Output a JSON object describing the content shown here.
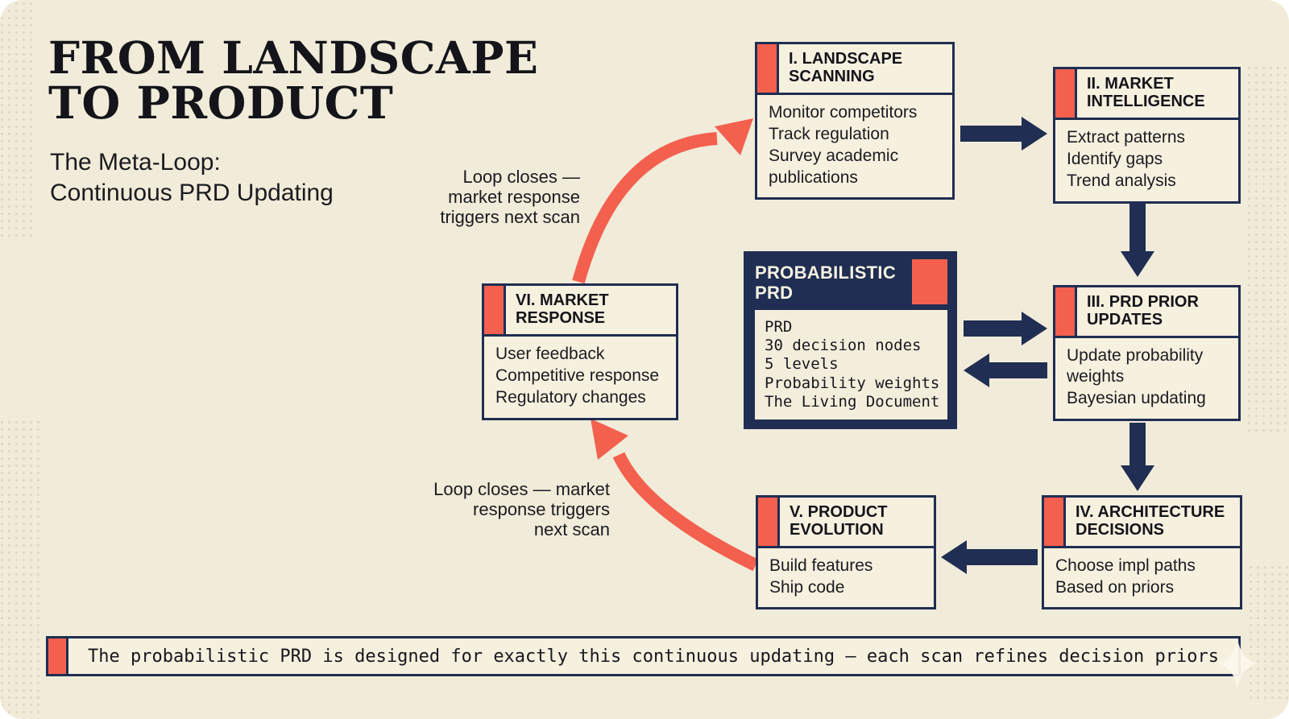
{
  "header": {
    "title_line1": "FROM LANDSCAPE",
    "title_line2": "TO PRODUCT",
    "subtitle_line1": "The Meta-Loop:",
    "subtitle_line2": "Continuous PRD Updating"
  },
  "colors": {
    "navy": "#1f2e52",
    "coral": "#f4604e",
    "background_cream": "#f1ebd9",
    "box_fill": "#f6f0df",
    "ink": "#17171d"
  },
  "boxes": [
    {
      "id": "landscape-scanning",
      "title": "I. LANDSCAPE SCANNING",
      "items": [
        "Monitor competitors",
        "Track regulation",
        "Survey academic publications"
      ]
    },
    {
      "id": "market-intelligence",
      "title": "II. MARKET INTELLIGENCE",
      "items": [
        "Extract patterns",
        "Identify gaps",
        "Trend analysis"
      ]
    },
    {
      "id": "prd-prior-updates",
      "title": "III. PRD PRIOR UPDATES",
      "items": [
        "Update probability weights",
        "Bayesian updating"
      ]
    },
    {
      "id": "architecture-decisions",
      "title": "IV. ARCHITECTURE DECISIONS",
      "items": [
        "Choose impl paths",
        "Based on priors"
      ]
    },
    {
      "id": "product-evolution",
      "title": "V. PRODUCT EVOLUTION",
      "items": [
        "Build features",
        "Ship code"
      ]
    },
    {
      "id": "market-response",
      "title": "VI. MARKET RESPONSE",
      "items": [
        "User feedback",
        "Competitive response",
        "Regulatory changes"
      ]
    }
  ],
  "center_box": {
    "title": "PROBABILISTIC PRD",
    "lines": [
      "PRD",
      "30 decision nodes",
      "5 levels",
      "Probability weights",
      "The Living Document"
    ]
  },
  "loop_labels": {
    "top_line1": "Loop closes —",
    "top_line2": "market response",
    "top_line3": "triggers next scan",
    "bottom_line1": "Loop closes — market",
    "bottom_line2": "response triggers",
    "bottom_line3": "next scan"
  },
  "footer": {
    "text": "The probabilistic PRD is designed for exactly this continuous updating — each scan refines decision priors"
  }
}
